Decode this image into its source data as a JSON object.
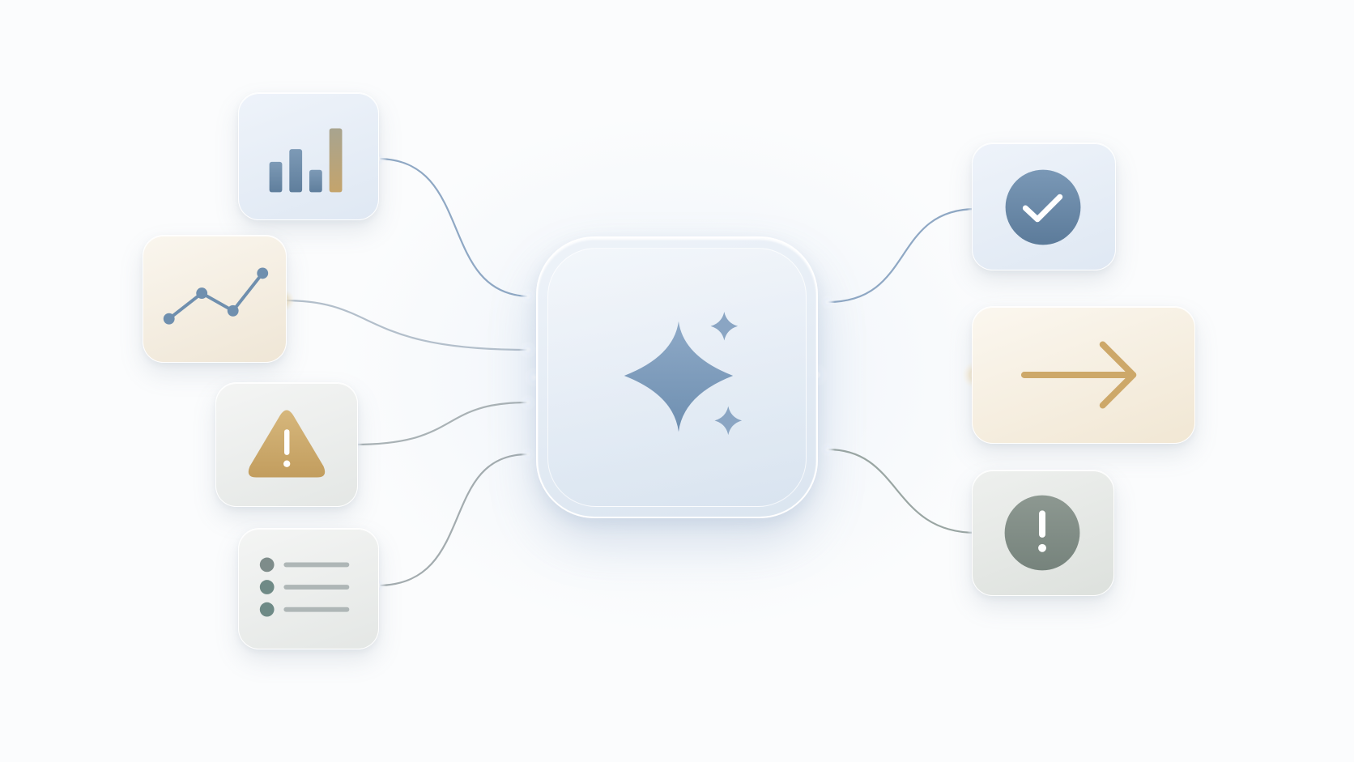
{
  "diagram": {
    "hub": {
      "icon": "sparkles-icon"
    },
    "inputs": [
      {
        "icon": "bar-chart-icon",
        "tint": "blue"
      },
      {
        "icon": "line-chart-icon",
        "tint": "beige"
      },
      {
        "icon": "warning-triangle-icon",
        "tint": "grey"
      },
      {
        "icon": "bullet-list-icon",
        "tint": "grey"
      }
    ],
    "outputs": [
      {
        "icon": "check-circle-icon",
        "tint": "blue"
      },
      {
        "icon": "arrow-right-icon",
        "tint": "warm"
      },
      {
        "icon": "exclamation-circle-icon",
        "tint": "sage"
      }
    ]
  },
  "colors": {
    "steel_blue": "#6f8fae",
    "gold": "#c8a467",
    "sage_grey": "#8a958e",
    "connector_blue": "#8fa8c4",
    "connector_gold": "#c9a874",
    "connector_grey": "#a7b0b0",
    "background": "#fbfcfd"
  }
}
